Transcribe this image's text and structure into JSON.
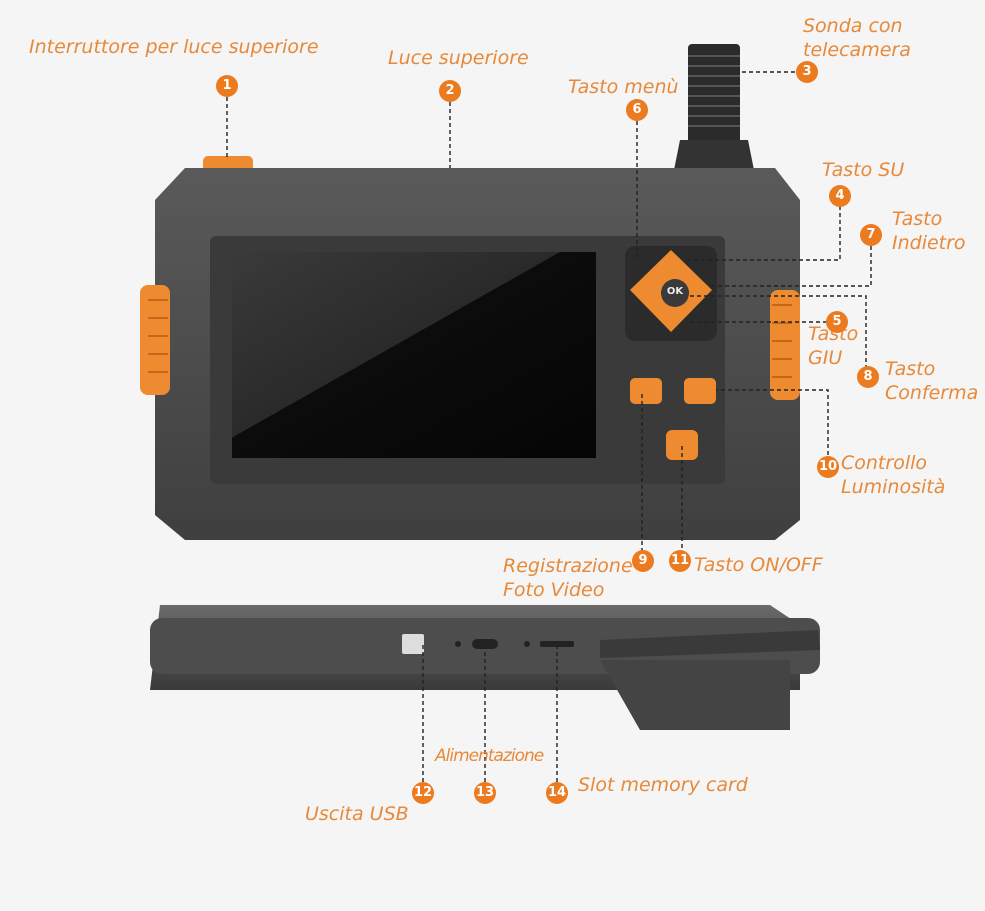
{
  "labels": {
    "l1": "Interruttore per luce superiore",
    "l2": "Luce superiore",
    "l3": "Sonda con\ntelecamera",
    "l6": "Tasto menù",
    "l4": "Tasto SU",
    "l7": "Tasto\nIndietro",
    "l5": "Tasto\nGIU",
    "l8": "Tasto\nConferma",
    "l10": "Controllo\nLuminosità",
    "l9": "Registrazione\nFoto Video",
    "l11": "Tasto ON/OFF",
    "l13": "Alimentazione",
    "l12": "Uscita USB",
    "l14": "Slot memory card"
  },
  "badges": {
    "b1": "1",
    "b2": "2",
    "b3": "3",
    "b4": "4",
    "b5": "5",
    "b6": "6",
    "b7": "7",
    "b8": "8",
    "b9": "9",
    "b10": "10",
    "b11": "11",
    "b12": "12",
    "b13": "13",
    "b14": "14"
  },
  "device": {
    "ok_label": "OK"
  },
  "colors": {
    "accent": "#ec7a1f",
    "body": "#4a4a4a",
    "screen": "#111111"
  }
}
